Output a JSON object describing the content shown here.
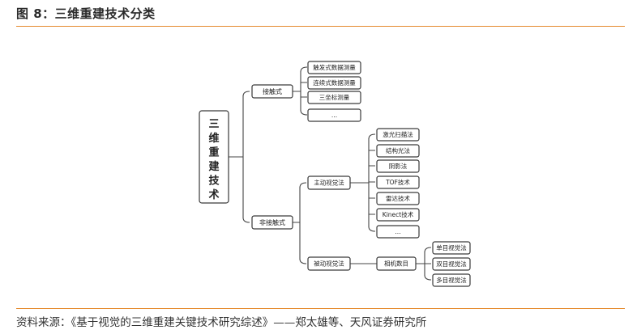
{
  "figure": {
    "title": "图 8：三维重建技术分类",
    "source": "资料来源：《基于视觉的三维重建关键技术研究综述》——郑太雄等、天风证券研究所"
  },
  "diagram": {
    "root": "三维重建技术",
    "contact": {
      "label": "接触式",
      "children": [
        "触发式数据测量",
        "连续式数据测量",
        "三坐标测量",
        "..."
      ]
    },
    "noncontact": {
      "label": "非接触式",
      "active": {
        "label": "主动视觉法",
        "children": [
          "激光扫描法",
          "结构光法",
          "阴影法",
          "TOF技术",
          "雷达技术",
          "Kinect技术",
          "..."
        ]
      },
      "passive": {
        "label": "被动视觉法",
        "camera": {
          "label": "相机数目",
          "children": [
            "单目视觉法",
            "双目视觉法",
            "多目视觉法"
          ]
        }
      }
    }
  }
}
